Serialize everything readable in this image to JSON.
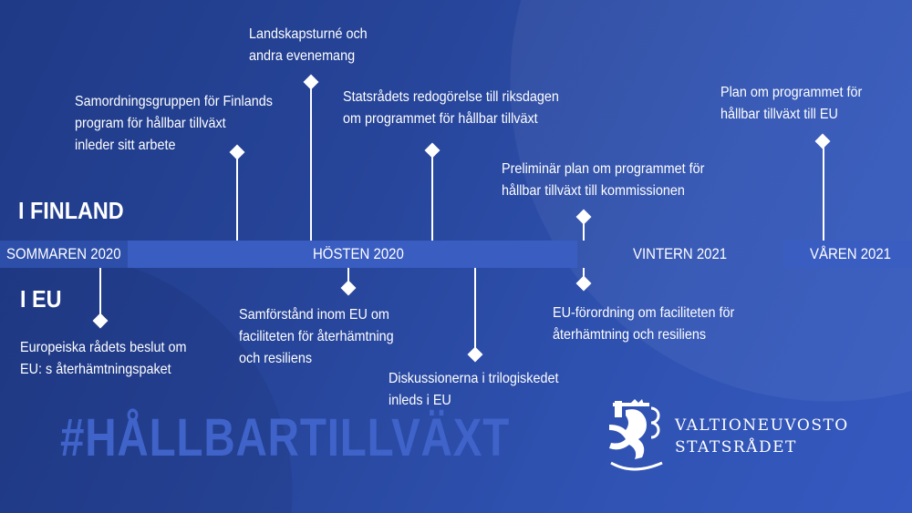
{
  "headers": {
    "finland": "I FINLAND",
    "eu": "I EU"
  },
  "periods": [
    "SOMMAREN 2020",
    "HÖSTEN 2020",
    "VINTERN 2021",
    "VÅREN 2021"
  ],
  "finland_events": [
    [
      "Samordningsgruppen för Finlands",
      "program för hållbar tillväxt",
      "inleder sitt arbete"
    ],
    [
      "Landskapsturné och",
      "andra evenemang"
    ],
    [
      "Statsrådets redogörelse till riksdagen",
      "om programmet för hållbar tillväxt"
    ],
    [
      "Preliminär plan om programmet för",
      "hållbar tillväxt till kommissionen"
    ],
    [
      "Plan om programmet för",
      "hållbar tillväxt till EU"
    ]
  ],
  "eu_events": [
    [
      "Europeiska rådets beslut om",
      "EU: s återhämtningspaket"
    ],
    [
      "Samförstånd inom EU om",
      "faciliteten för återhämtning",
      "och resiliens"
    ],
    [
      "Diskussionerna i trilogiskedet",
      "inleds i EU"
    ],
    [
      "EU-förordning om faciliteten för",
      "återhämtning och resiliens"
    ]
  ],
  "hashtag": "#HÅLLBARTILLVÄXT",
  "logo": {
    "line1": "VALTIONEUVOSTO",
    "line2": "STATSRÅDET"
  },
  "colors": {
    "bar_summer": "#2d4fa9",
    "bar_autumn": "#3a5dc2",
    "bar_spring": "#3a5dc2"
  }
}
